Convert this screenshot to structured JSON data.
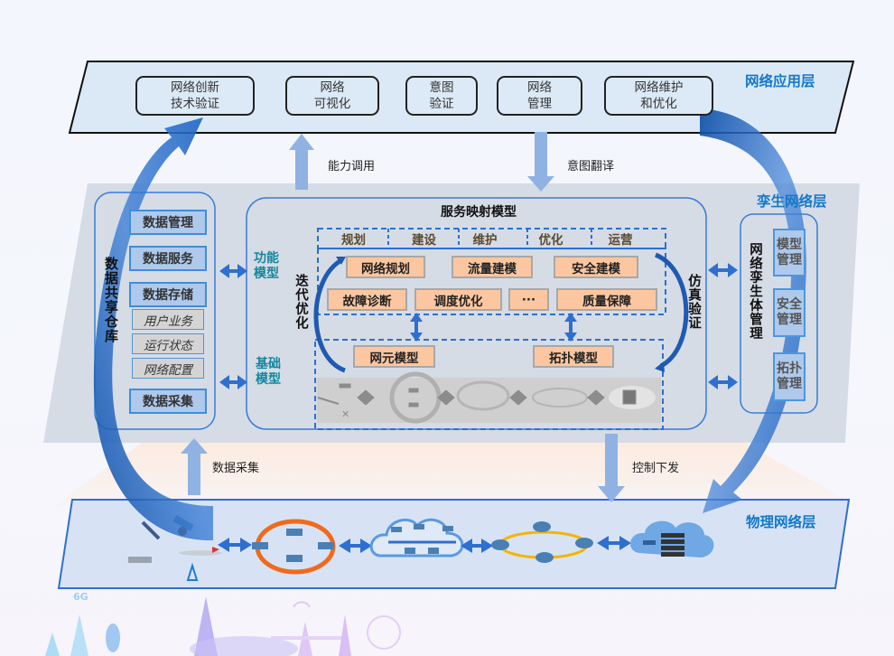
{
  "layers": {
    "application": {
      "title": "网络应用层",
      "boxes": [
        {
          "line1": "网络创新",
          "line2": "技术验证"
        },
        {
          "line1": "网络",
          "line2": "可视化"
        },
        {
          "line1": "意图",
          "line2": "验证"
        },
        {
          "line1": "网络",
          "line2": "管理"
        },
        {
          "line1": "网络维护",
          "line2": "和优化"
        }
      ]
    },
    "twin": {
      "title": "孪生网络层",
      "data_repository": {
        "title": "数据共享仓库",
        "items": [
          "数据管理",
          "数据服务",
          "数据存储"
        ],
        "storage_subitems": [
          "用户业务",
          "运行状态",
          "网络配置"
        ],
        "last_item": "数据采集"
      },
      "service_mapping": {
        "title": "服务映射模型",
        "function_model_label": "功能模型",
        "base_model_label": "基础模型",
        "iterative_label": "迭代优化",
        "simulation_label": "仿真验证",
        "phases": [
          "规划",
          "建设",
          "维护",
          "优化",
          "运营"
        ],
        "function_row1": [
          "网络规划",
          "流量建模",
          "安全建模"
        ],
        "function_row2": [
          "故障诊断",
          "调度优化",
          "···",
          "质量保障"
        ],
        "base_models": [
          "网元模型",
          "拓扑模型"
        ]
      },
      "twin_management": {
        "title": "网络孪生体管理",
        "items": [
          {
            "line1": "模型",
            "line2": "管理"
          },
          {
            "line1": "安全",
            "line2": "管理"
          },
          {
            "line1": "拓扑",
            "line2": "管理"
          }
        ]
      }
    },
    "physical": {
      "title": "物理网络层"
    }
  },
  "flows": {
    "capability_call": "能力调用",
    "intent_translation": "意图翻译",
    "data_collection": "数据采集",
    "control_dispatch": "控制下发"
  },
  "watermark": {
    "text": "6G"
  },
  "colors": {
    "layer_title": "#1478c8",
    "big_arrow": "#1f63c0",
    "flow_arrow": "#8fb2e3",
    "function_box": "#fcc7a0",
    "module_box": "#aec9ec",
    "model_label": "#12879e",
    "ring_orange": "#f06a1c",
    "ring_yellow": "#f5b400"
  }
}
